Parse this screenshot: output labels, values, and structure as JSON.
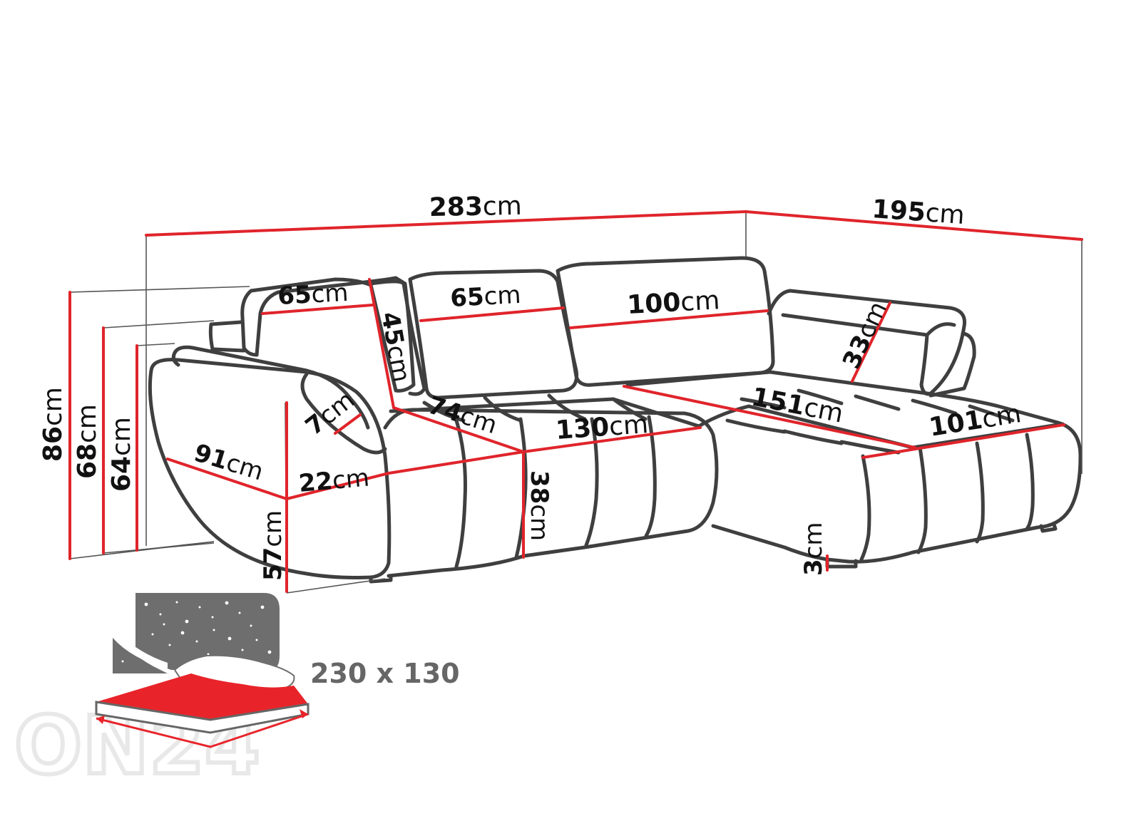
{
  "colors": {
    "dimension_line": "#e0242b",
    "outline": "#3f3f3f",
    "extension_line": "#555555",
    "text": "#111111",
    "bed_text": "#666666",
    "mattress": "#e8242a",
    "night_panel": "#6e6e6e",
    "watermark": "#e8e8e8"
  },
  "dimensions": {
    "total_length": {
      "value": "283",
      "unit": "cm"
    },
    "chaise_length": {
      "value": "195",
      "unit": "cm"
    },
    "height_total": {
      "value": "86",
      "unit": "cm"
    },
    "height_back": {
      "value": "68",
      "unit": "cm"
    },
    "height_armrest": {
      "value": "64",
      "unit": "cm"
    },
    "pillow_left_width": {
      "value": "65",
      "unit": "cm"
    },
    "pillow_mid_width": {
      "value": "65",
      "unit": "cm"
    },
    "pillow_right_width": {
      "value": "100",
      "unit": "cm"
    },
    "pillow_height": {
      "value": "45",
      "unit": "cm"
    },
    "headrest_height": {
      "value": "33",
      "unit": "cm"
    },
    "armrest_top_width": {
      "value": "7",
      "unit": "cm"
    },
    "seat_depth": {
      "value": "74",
      "unit": "cm"
    },
    "seat_width": {
      "value": "130",
      "unit": "cm"
    },
    "chaise_seat_length": {
      "value": "151",
      "unit": "cm"
    },
    "chaise_width": {
      "value": "101",
      "unit": "cm"
    },
    "side_depth": {
      "value": "91",
      "unit": "cm"
    },
    "armrest_width": {
      "value": "22",
      "unit": "cm"
    },
    "seat_height": {
      "value": "38",
      "unit": "cm"
    },
    "armrest_front_height": {
      "value": "57",
      "unit": "cm"
    },
    "leg_height": {
      "value": "3",
      "unit": "cm"
    }
  },
  "bed": {
    "size_label": "230 x 130",
    "icon": "sleeping-function-icon"
  },
  "watermark": "ON24"
}
